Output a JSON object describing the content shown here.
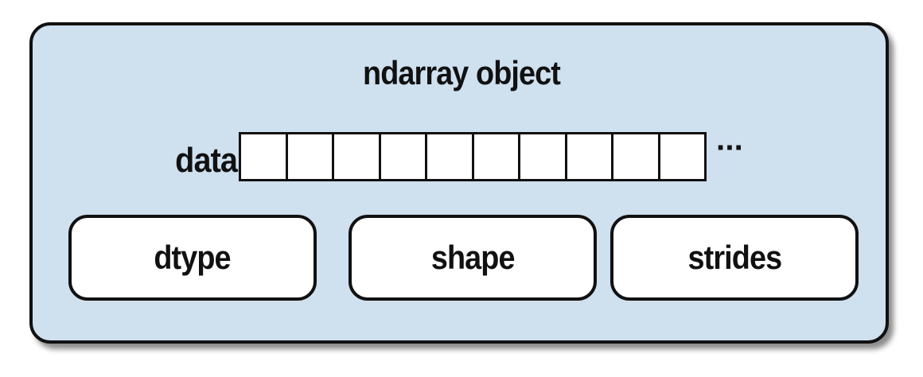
{
  "diagram": {
    "title": "ndarray object",
    "data_label": "data",
    "ellipsis": "···",
    "array_cell_count": 10,
    "fields": [
      {
        "label": "dtype"
      },
      {
        "label": "shape"
      },
      {
        "label": "strides"
      }
    ],
    "colors": {
      "container_fill": "#cfe0ef",
      "box_fill": "#ffffff",
      "stroke": "#111111"
    }
  }
}
